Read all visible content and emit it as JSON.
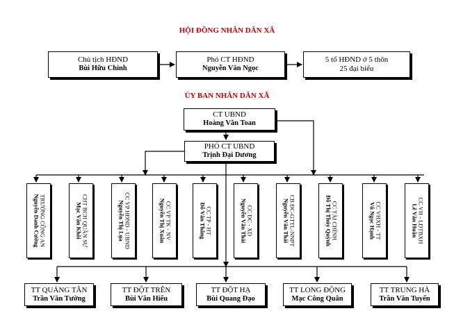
{
  "council": {
    "title": "HỘI ĐỒNG NHÂN DÂN XÃ",
    "chair": {
      "role": "Chủ tịch HĐND",
      "name": "Bùi Hữu Chinh"
    },
    "vice_chair": {
      "role": "Phó CT HĐND",
      "name": "Nguyễn Văn Ngọc"
    },
    "delegates": {
      "line1": "5 tổ HĐND ở 5 thôn",
      "line2": "25 đại biểu"
    }
  },
  "committee": {
    "title": "ỦY BAN NHÂN DÂN XÃ",
    "chair": {
      "role": "CT UBND",
      "name": "Hoàng Văn Toan"
    },
    "vice_chair": {
      "role": "PHÓ CT UBND",
      "name": "Trịnh Đại Dương"
    }
  },
  "departments": [
    {
      "role": "TRƯỞNG CÔNG AN",
      "name": "Nguyễn Danh Cường"
    },
    {
      "role": "CHT BCH QUÂN SỰ",
      "name": "Mạc Văn Khôi"
    },
    {
      "role": "CC VP HĐND - UBND",
      "name": "Nguyễn Thị Lụa"
    },
    {
      "role": "CC VP TK - NV",
      "name": "Nguyễn Thị Xuân"
    },
    {
      "role": "CC TP - HT",
      "name": "Đỗ Văn Thắng"
    },
    {
      "role": "CC ĐC - XD",
      "name": "Nguyễn Văn Thái"
    },
    {
      "role": "CB ĐC-GTTL-NNPT",
      "name": "Nguyễn Văn Thái"
    },
    {
      "role": "CC TÀI CHÍNH",
      "name": "Đỗ Thị Thúy Quỳnh"
    },
    {
      "role": "CC VHXH - TT",
      "name": "Vũ Ngọc Hạnh"
    },
    {
      "role": "CC VH - LĐTBXH",
      "name": "Lê Văn Huân"
    }
  ],
  "hamlets": [
    {
      "role": "TT QUẢNG TÂN",
      "name": "Trần Văn Tường"
    },
    {
      "role": "TT ĐỘT TRÊN",
      "name": "Bùi Văn Hiếu"
    },
    {
      "role": "TT ĐỘT HẠ",
      "name": "Bùi Quang Đạo"
    },
    {
      "role": "TT LONG ĐỘNG",
      "name": "Mạc Công Quân"
    },
    {
      "role": "TT TRUNG HÀ",
      "name": "Trần Văn Tuyến"
    }
  ]
}
